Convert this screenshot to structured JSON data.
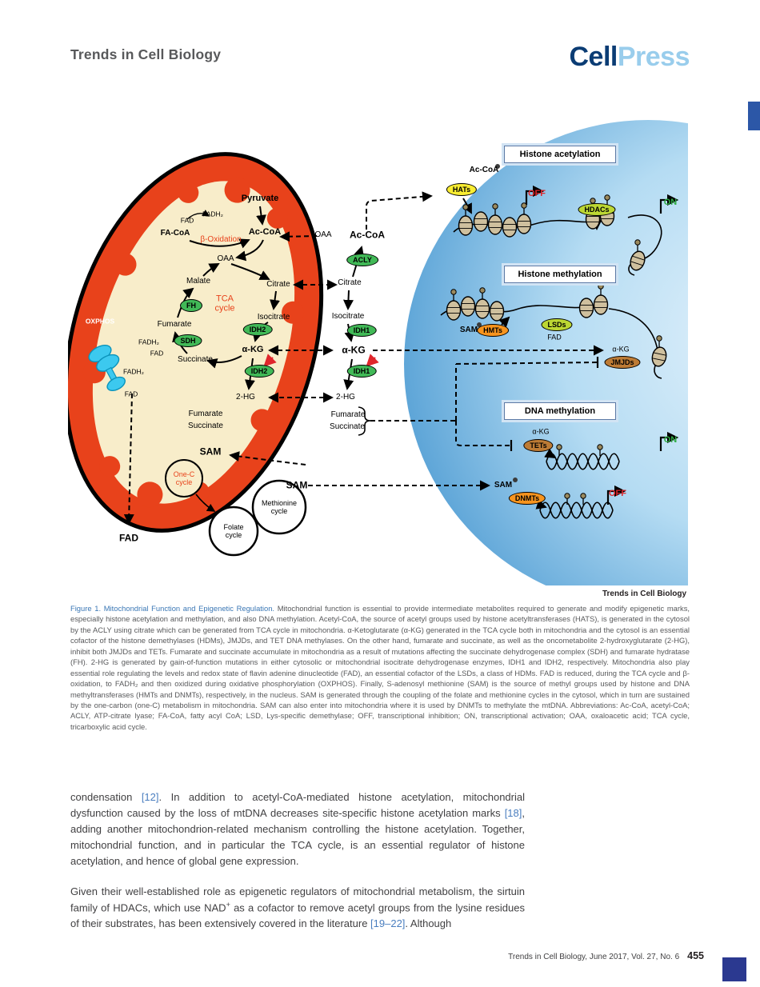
{
  "header": {
    "journal": "Trends in Cell Biology",
    "logo_cell": "Cell",
    "logo_press": "Press"
  },
  "figure": {
    "watermark": "Trends in Cell Biology",
    "panels": {
      "acetylation": "Histone acetylation",
      "methylation": "Histone methylation",
      "dna": "DNA methylation"
    },
    "labels": {
      "pyruvate": "Pyruvate",
      "fad": "FAD",
      "fadh2": "FADH₂",
      "fa_coa": "FA-CoA",
      "beta_oxidation": "β-Oxidation",
      "ac_coa": "Ac-CoA",
      "oaa": "OAA",
      "malate": "Malate",
      "citrate": "Citrate",
      "tca_cycle": "TCA cycle",
      "isocitrate": "Isocitrate",
      "oxphos": "OXPHOS",
      "fumarate": "Fumarate",
      "succinate": "Succinate",
      "akg": "α-KG",
      "two_hg": "2-HG",
      "sam": "SAM",
      "one_c_cycle": "One-C cycle",
      "folate_cycle": "Folate cycle",
      "methionine_cycle": "Methionine cycle"
    },
    "enzymes": {
      "fh": "FH",
      "sdh": "SDH",
      "idh2": "IDH2",
      "idh1": "IDH1",
      "acly": "ACLY",
      "hats": "HATs",
      "hdacs": "HDACs",
      "hmts": "HMTs",
      "lsds": "LSDs",
      "jmjds": "JMJDs",
      "tets": "TETs",
      "dnmts": "DNMTs"
    },
    "states": {
      "on": "ON",
      "off": "OFF"
    },
    "colors": {
      "membrane": "#e8421b",
      "matrix": "#f8edca",
      "nucleus_blue": "#5fa6d8",
      "enzyme_green": "#41b957",
      "enzyme_yellow": "#f9ed32",
      "enzyme_orange": "#f7941e",
      "enzyme_brown": "#bd7b35",
      "on_green": "#2fac44",
      "off_red": "#e0262c"
    }
  },
  "caption": {
    "title": "Figure 1. Mitochondrial Function and Epigenetic Regulation.",
    "body": " Mitochondrial function is essential to provide intermediate metabolites required to generate and modify epigenetic marks, especially histone acetylation and methylation, and also DNA methylation. Acetyl-CoA, the source of acetyl groups used by histone acetyltransferases (HATS), is generated in the cytosol by the ACLY using citrate which can be generated from TCA cycle in mitochondria. α-Ketoglutarate (α-KG) generated in the TCA cycle both in mitochondria and the cytosol is an essential cofactor of the histone demethylases (HDMs), JMJDs, and TET DNA methylases. On the other hand, fumarate and succinate, as well as the oncometabolite 2-hydroxyglutarate (2-HG), inhibit both JMJDs and TETs. Fumarate and succinate accumulate in mitochondria as a result of mutations affecting the succinate dehydrogenase complex (SDH) and fumarate hydratase (FH). 2-HG is generated by gain-of-function mutations in either cytosolic or mitochondrial isocitrate dehydrogenase enzymes, IDH1 and IDH2, respectively. Mitochondria also play essential role regulating the levels and redox state of flavin adenine dinucleotide (FAD), an essential cofactor of the LSDs, a class of HDMs. FAD is reduced, during the TCA cycle and β-oxidation, to FADH₂ and then oxidized during oxidative phosphorylation (OXPHOS). Finally, S-adenosyl methionine (SAM) is the source of methyl groups used by histone and DNA methyltransferases (HMTs and DNMTs), respectively, in the nucleus. SAM is generated through the coupling of the folate and methionine cycles in the cytosol, which in turn are sustained by the one-carbon (one-C) metabolism in mitochondria. SAM can also enter into mitochondria where it is used by DNMTs to methylate the mtDNA. Abbreviations: Ac-CoA, acetyl-CoA; ACLY, ATP-citrate lyase; FA-CoA, fatty acyl CoA; LSD, Lys-specific demethylase; OFF, transcriptional inhibition; ON, transcriptional activation; OAA, oxaloacetic acid; TCA cycle, tricarboxylic acid cycle."
  },
  "body": {
    "p1": {
      "s1": "condensation ",
      "link1": "[12]",
      "s2": ". In addition to acetyl-CoA-mediated histone acetylation, mitochondrial dysfunction caused by the loss of mtDNA decreases site-specific histone acetylation marks ",
      "link2": "[18]",
      "s3": ", adding another mitochondrion-related mechanism controlling the histone acetylation. Together, mitochondrial function, and in particular the TCA cycle, is an essential regulator of histone acetylation, and hence of global gene expression."
    },
    "p2": {
      "s1": "Given their well-established role as epigenetic regulators of mitochondrial metabolism, the sirtuin family of HDACs, which use NAD",
      "sup": "+",
      "s2": " as a cofactor to remove acetyl groups from the lysine residues of their substrates, has been extensively covered in the literature ",
      "link1": "[19–22]",
      "s3": ". Although"
    }
  },
  "footer": {
    "citation": "Trends in Cell Biology, June 2017, Vol. 27, No. 6",
    "page": "455"
  }
}
